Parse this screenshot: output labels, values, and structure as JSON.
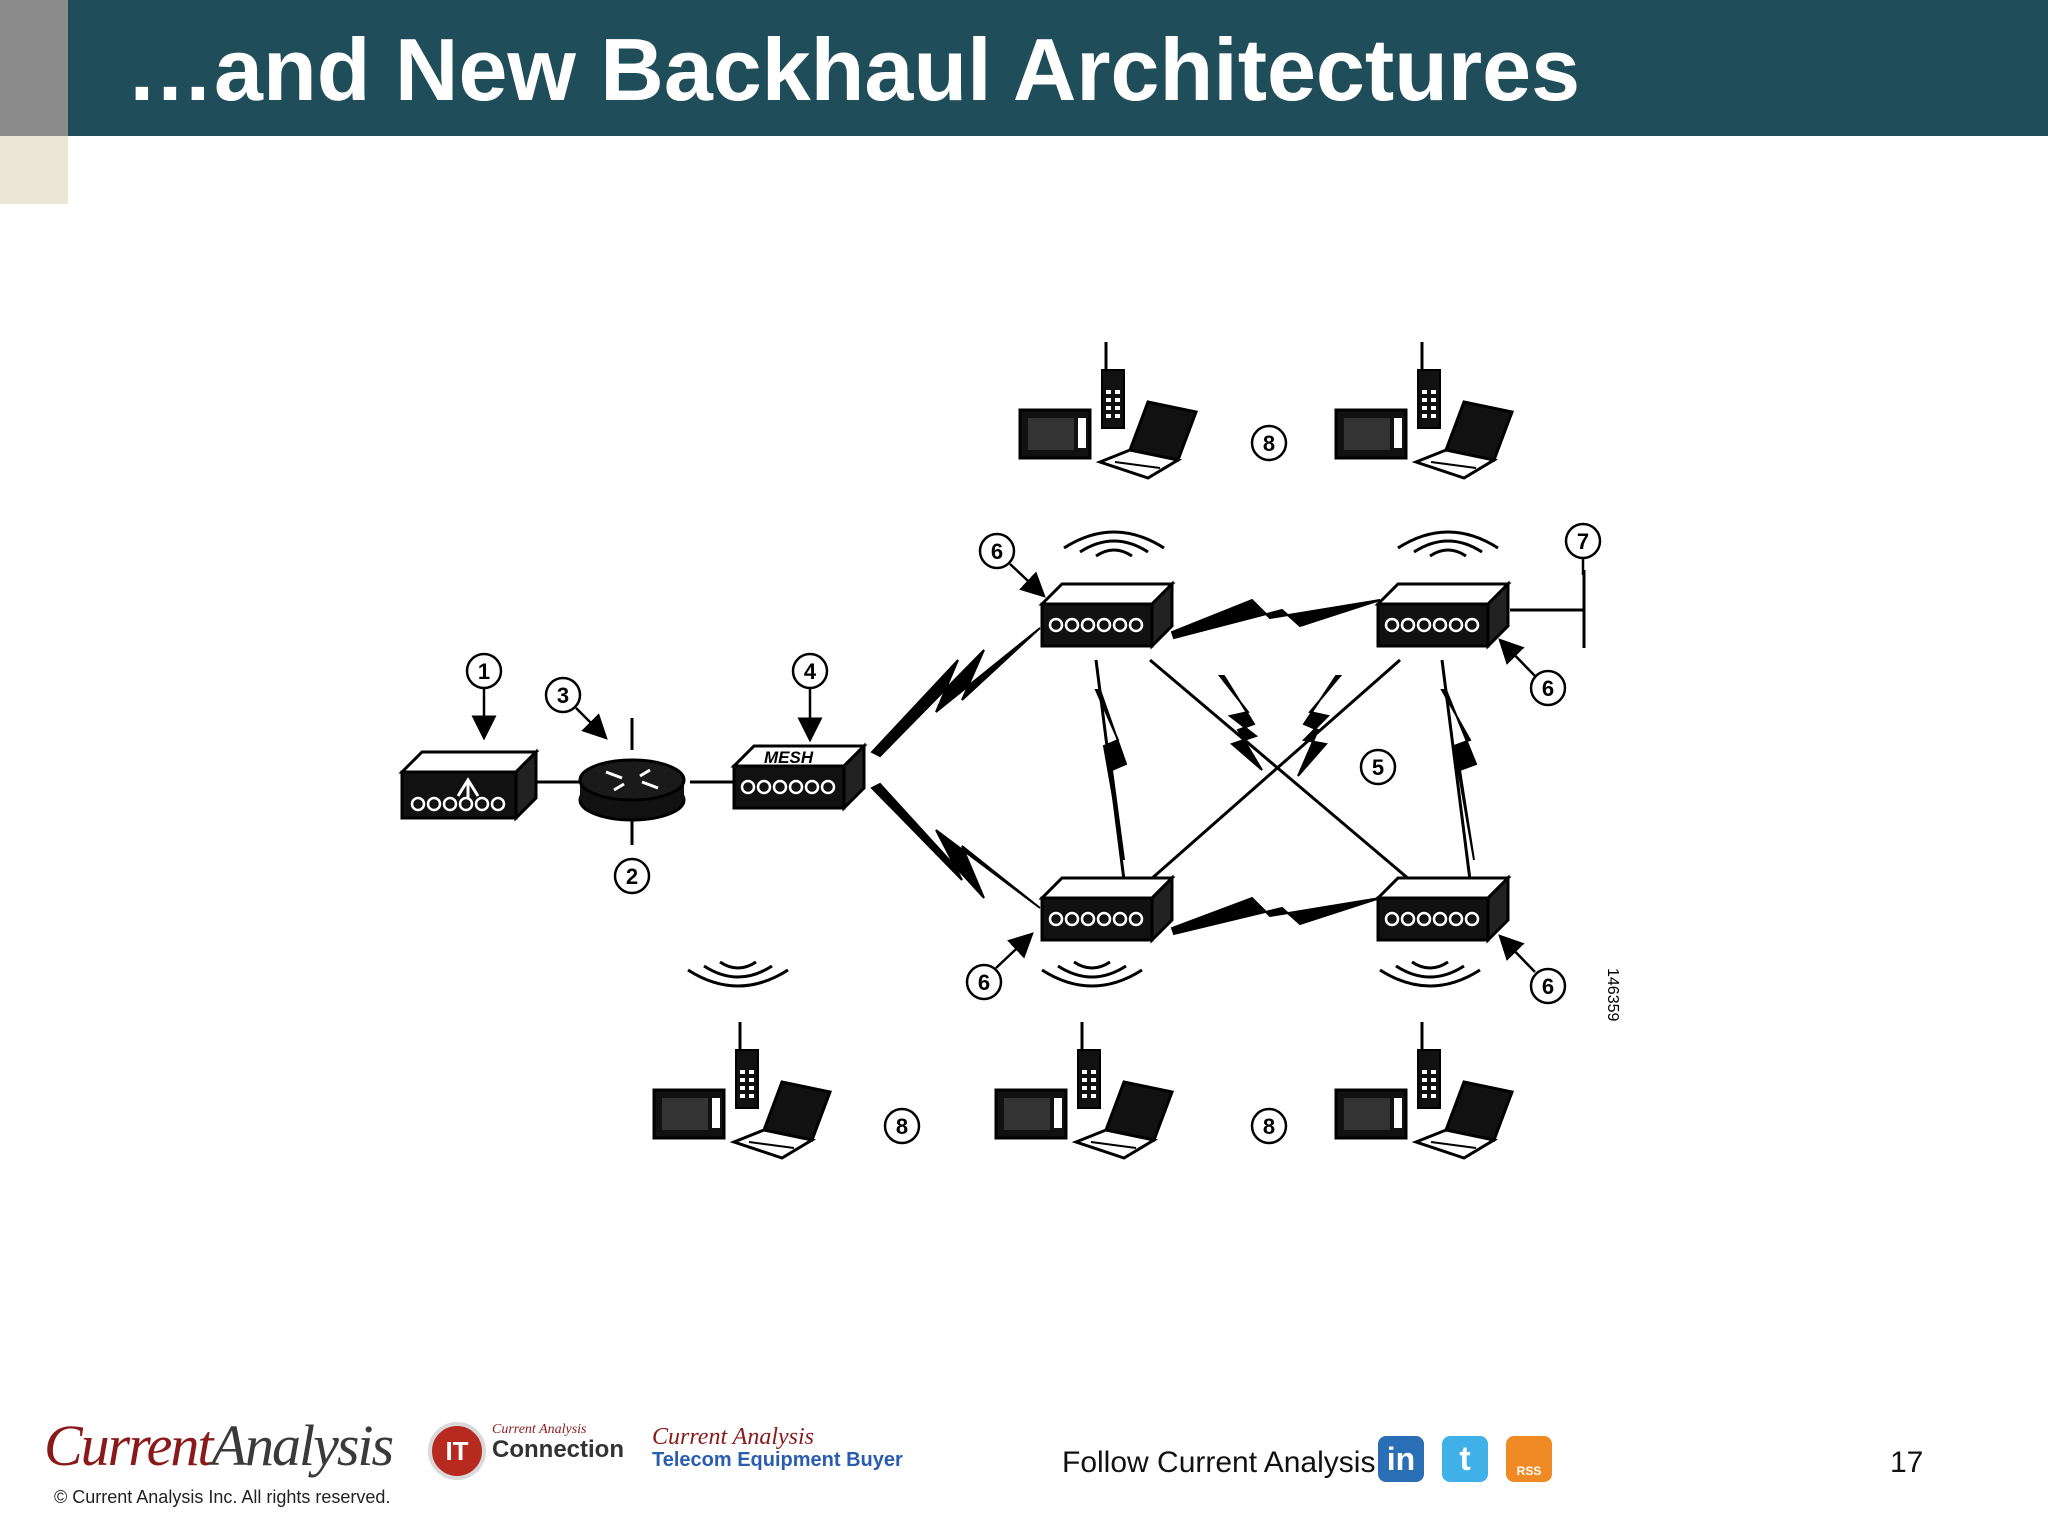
{
  "slide": {
    "title": "…and New Backhaul Architectures",
    "page_number": "17"
  },
  "diagram": {
    "mesh_label": "MESH",
    "figure_id": "146359",
    "callouts": [
      "1",
      "2",
      "3",
      "4",
      "5",
      "6",
      "7",
      "8"
    ]
  },
  "footer": {
    "logo_part1": "Current",
    "logo_part2": "Analysis",
    "copyright": "© Current Analysis Inc. All rights reserved.",
    "it_small": "Current Analysis",
    "it_big": "Connection",
    "it_badge": "IT",
    "teb_small": "Current Analysis",
    "teb_big": "Telecom Equipment Buyer",
    "follow_text": "Follow Current Analysis",
    "linkedin": "in",
    "twitter": "t",
    "rss": "RSS"
  },
  "colors": {
    "title_bar": "#1f4e5a",
    "logo_red": "#8a1a1a",
    "linkedin": "#2a6fb5",
    "twitter": "#3fb0e8",
    "rss": "#f08a24"
  }
}
